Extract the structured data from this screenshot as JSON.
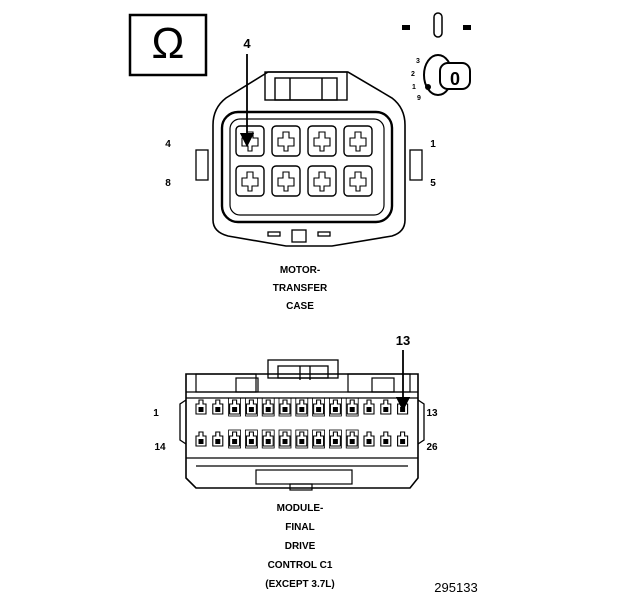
{
  "omega_symbol": "Ω",
  "key_symbol": {
    "orientation_marks": [
      "▬",
      "▯",
      "▬"
    ],
    "positions": [
      "3",
      "2",
      "1",
      "9"
    ],
    "key_label": "0"
  },
  "connector_top": {
    "callout": "4",
    "left_labels": [
      "4",
      "8"
    ],
    "right_labels": [
      "1",
      "5"
    ],
    "caption": [
      "MOTOR-",
      "TRANSFER",
      "CASE"
    ],
    "pin_rows": 2,
    "pins_per_row": 4
  },
  "connector_bottom": {
    "callout": "13",
    "left_labels": [
      "1",
      "14"
    ],
    "right_labels": [
      "13",
      "26"
    ],
    "caption": [
      "MODULE-",
      "FINAL",
      "DRIVE",
      "CONTROL C1",
      "(EXCEPT 3.7L)"
    ],
    "pin_rows": 2,
    "pins_per_row": 13
  },
  "figure_number": "295133"
}
